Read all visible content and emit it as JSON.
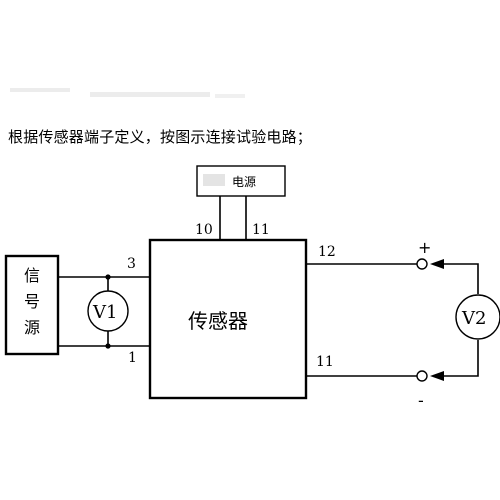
{
  "instruction": "根据传感器端子定义，按图示连接试验电路；",
  "power_supply": {
    "label": "电源"
  },
  "sensor": {
    "label": "传感器"
  },
  "signal_source": {
    "label_chars": [
      "信",
      "号",
      "源"
    ]
  },
  "terminals": {
    "t10": "10",
    "t11_top": "11",
    "t3": "3",
    "t1": "1",
    "t12": "12",
    "t11_right": "11"
  },
  "meters": {
    "v1": "V1",
    "v2": "V2"
  },
  "polarity": {
    "plus": "+",
    "minus": "-"
  }
}
